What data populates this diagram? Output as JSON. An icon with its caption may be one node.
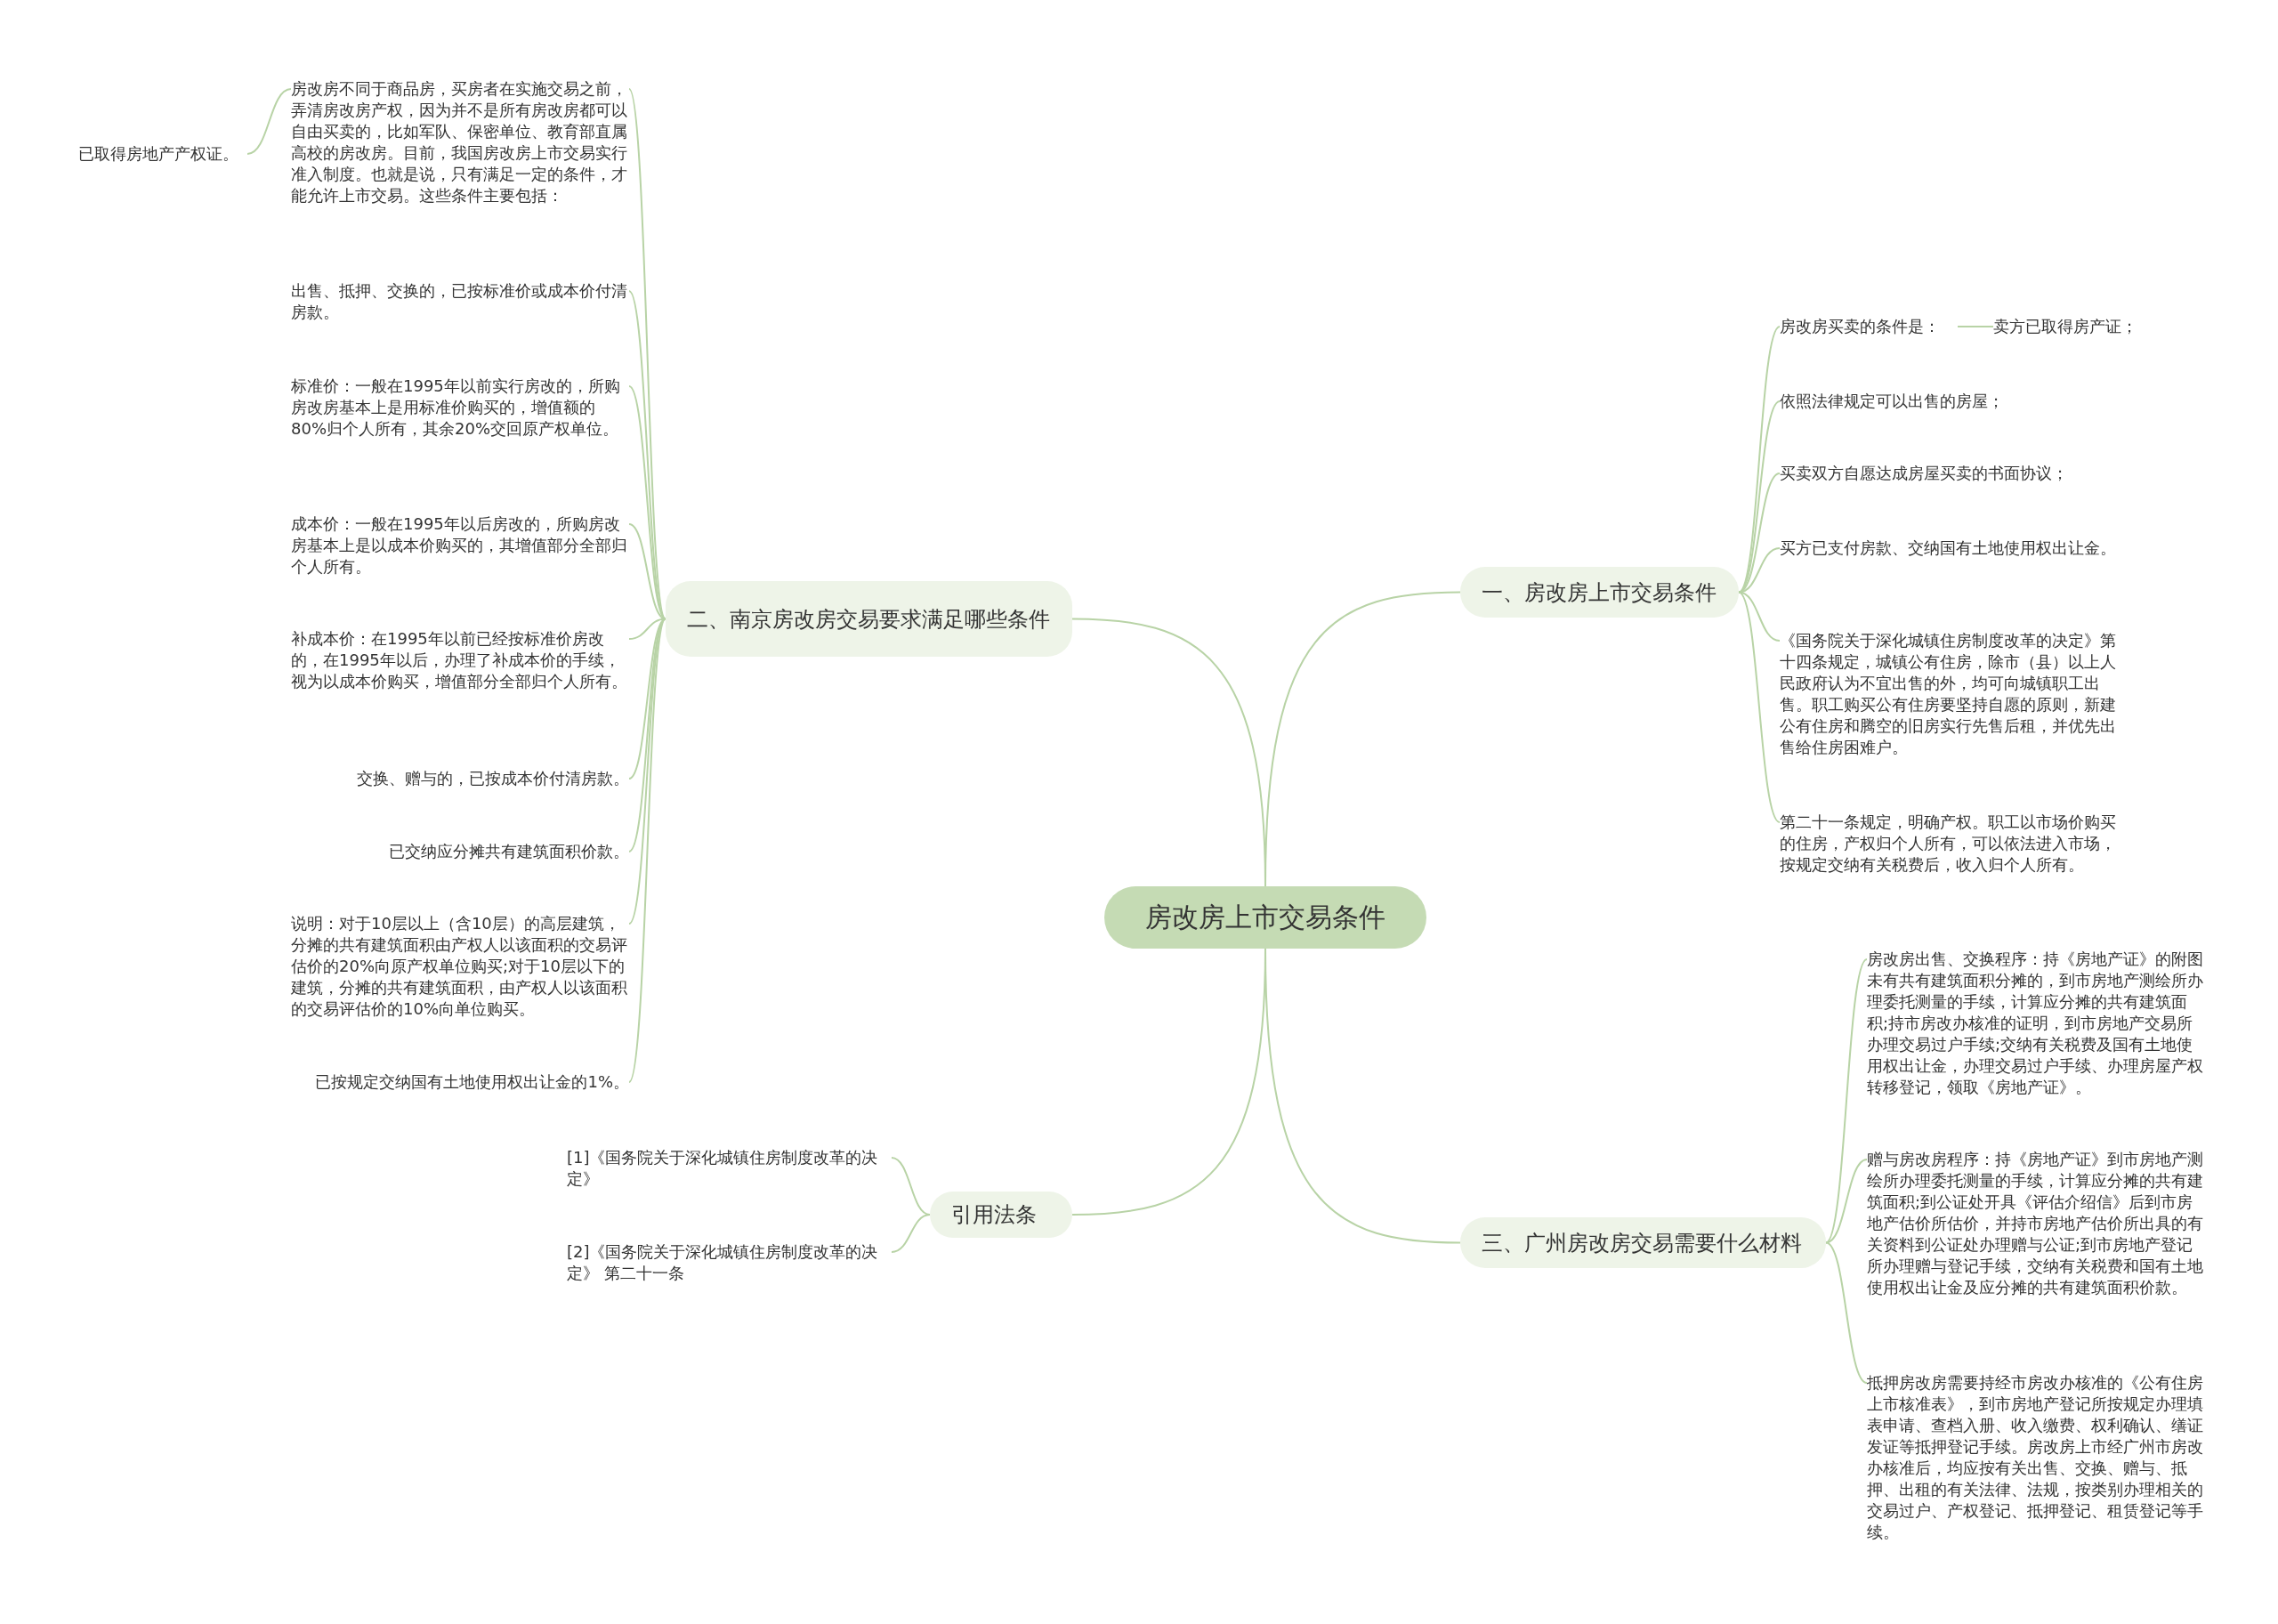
{
  "diagram": {
    "nodes": [
      {
        "text": [
          "房改房上市交易条件"
        ]
      },
      {
        "text": [
          "一、房改房上市交易条件"
        ]
      },
      {
        "text": [
          "房改房买卖的条件是："
        ]
      },
      {
        "text": [
          "卖方已取得房产证；"
        ]
      },
      {
        "text": [
          "依照法律规定可以出售的房屋；"
        ]
      },
      {
        "text": [
          "买卖双方自愿达成房屋买卖的书面协议；"
        ]
      },
      {
        "text": [
          "买方已支付房款、交纳国有土地使用权出让金。"
        ]
      },
      {
        "text": [
          "《国务院关于深化城镇住房制度改革的决定》第十四条规定，城镇公有住房，除市（县）以上人民政府认为不宜出售的外，均可向城镇职工出售。职工购买公有住房要坚持自愿的原则，新建公有住房和腾空的旧房实行先售后租，并优先出售给住房困难户。"
        ]
      },
      {
        "text": [
          "第二十一条规定，明确产权。职工以市场价购买的住房，产权归个人所有，可以依法进入市场，按规定交纳有关税费后，收入归个人所有。"
        ]
      },
      {
        "text": [
          "二、南京房改房交易要求满足哪些条件"
        ]
      },
      {
        "text": [
          "房改房不同于商品房，买房者在实施交易之前，弄清房改房产权，因为并不是所有房改房都可以自由买卖的，比如军队、保密单位、教育部直属高校的房改房。目前，我国房改房上市交易实行准入制度。也就是说，只有满足一定的条件，才能允许上市交易。这些条件主要包括："
        ]
      },
      {
        "text": [
          "已取得房地产产权证。"
        ]
      },
      {
        "text": [
          "出售、抵押、交换的，已按标准价或成本价付清房款。"
        ]
      },
      {
        "text": [
          "标准价：一般在1995年以前实行房改的，所购房改房基本上是用标准价购买的，增值额的80%归个人所有，其余20%交回原产权单位。"
        ]
      },
      {
        "text": [
          "成本价：一般在1995年以后房改的，所购房改房基本上是以成本价购买的，其增值部分全部归个人所有。"
        ]
      },
      {
        "text": [
          "补成本价：在1995年以前已经按标准价房改的，在1995年以后，办理了补成本价的手续，视为以成本价购买，增值部分全部归个人所有。"
        ]
      },
      {
        "text": [
          "交换、赠与的，已按成本价付清房款。"
        ]
      },
      {
        "text": [
          "已交纳应分摊共有建筑面积价款。"
        ]
      },
      {
        "text": [
          "说明：对于10层以上（含10层）的高层建筑，分摊的共有建筑面积由产权人以该面积的交易评估价的20%向原产权单位购买;对于10层以下的建筑，分摊的共有建筑面积，由产权人以该面积的交易评估价的10%向单位购买。"
        ]
      },
      {
        "text": [
          "已按规定交纳国有土地使用权出让金的1%。"
        ]
      },
      {
        "text": [
          "三、广州房改房交易需要什么材料"
        ]
      },
      {
        "text": [
          "房改房出售、交换程序：持《房地产证》的附图未有共有建筑面积分摊的，到市房地产测绘所办理委托测量的手续，计算应分摊的共有建筑面积;持市房改办核准的证明，到市房地产交易所办理交易过户手续;交纳有关税费及国有土地使用权出让金，办理交易过户手续、办理房屋产权转移登记，领取《房地产证》。"
        ]
      },
      {
        "text": [
          "赠与房改房程序：持《房地产证》到市房地产测绘所办理委托测量的手续，计算应分摊的共有建筑面积;到公证处开具《评估介绍信》后到市房地产估价所估价，并持市房地产估价所出具的有关资料到公证处办理赠与公证;到市房地产登记所办理赠与登记手续，交纳有关税费和国有土地使用权出让金及应分摊的共有建筑面积价款。"
        ]
      },
      {
        "text": [
          "抵押房改房需要持经市房改办核准的《公有住房上市核准表》，到市房地产登记所按规定办理填表申请、查档入册、收入缴费、权利确认、缮证发证等抵押登记手续。房改房上市经广州市房改办核准后，均应按有关出售、交换、赠与、抵押、出租的有关法律、法规，按类别办理相关的交易过户、产权登记、抵押登记、租赁登记等手续。"
        ]
      },
      {
        "text": [
          "引用法条"
        ]
      },
      {
        "text": [
          "[1]《国务院关于深化城镇住房制度改革的决定》"
        ]
      },
      {
        "text": [
          "[2]《国务院关于深化城镇住房制度改革的决定》 第二十一条"
        ]
      }
    ],
    "edges": [
      {
        "from": 0,
        "to": 1,
        "arrow": "none"
      },
      {
        "from": 1,
        "to": 2,
        "arrow": "none"
      },
      {
        "from": 2,
        "to": 3,
        "arrow": "none"
      },
      {
        "from": 1,
        "to": 4,
        "arrow": "none"
      },
      {
        "from": 1,
        "to": 5,
        "arrow": "none"
      },
      {
        "from": 1,
        "to": 6,
        "arrow": "none"
      },
      {
        "from": 1,
        "to": 7,
        "arrow": "none"
      },
      {
        "from": 1,
        "to": 8,
        "arrow": "none"
      },
      {
        "from": 0,
        "to": 9,
        "arrow": "none"
      },
      {
        "from": 9,
        "to": 10,
        "arrow": "none"
      },
      {
        "from": 10,
        "to": 11,
        "arrow": "none"
      },
      {
        "from": 9,
        "to": 12,
        "arrow": "none"
      },
      {
        "from": 9,
        "to": 13,
        "arrow": "none"
      },
      {
        "from": 9,
        "to": 14,
        "arrow": "none"
      },
      {
        "from": 9,
        "to": 15,
        "arrow": "none"
      },
      {
        "from": 9,
        "to": 16,
        "arrow": "none"
      },
      {
        "from": 9,
        "to": 17,
        "arrow": "none"
      },
      {
        "from": 9,
        "to": 18,
        "arrow": "none"
      },
      {
        "from": 9,
        "to": 19,
        "arrow": "none"
      },
      {
        "from": 0,
        "to": 20,
        "arrow": "none"
      },
      {
        "from": 20,
        "to": 21,
        "arrow": "none"
      },
      {
        "from": 20,
        "to": 22,
        "arrow": "none"
      },
      {
        "from": 20,
        "to": 23,
        "arrow": "none"
      },
      {
        "from": 0,
        "to": 24,
        "arrow": "none"
      },
      {
        "from": 24,
        "to": 25,
        "arrow": "none"
      },
      {
        "from": 24,
        "to": 26,
        "arrow": "none"
      }
    ]
  }
}
